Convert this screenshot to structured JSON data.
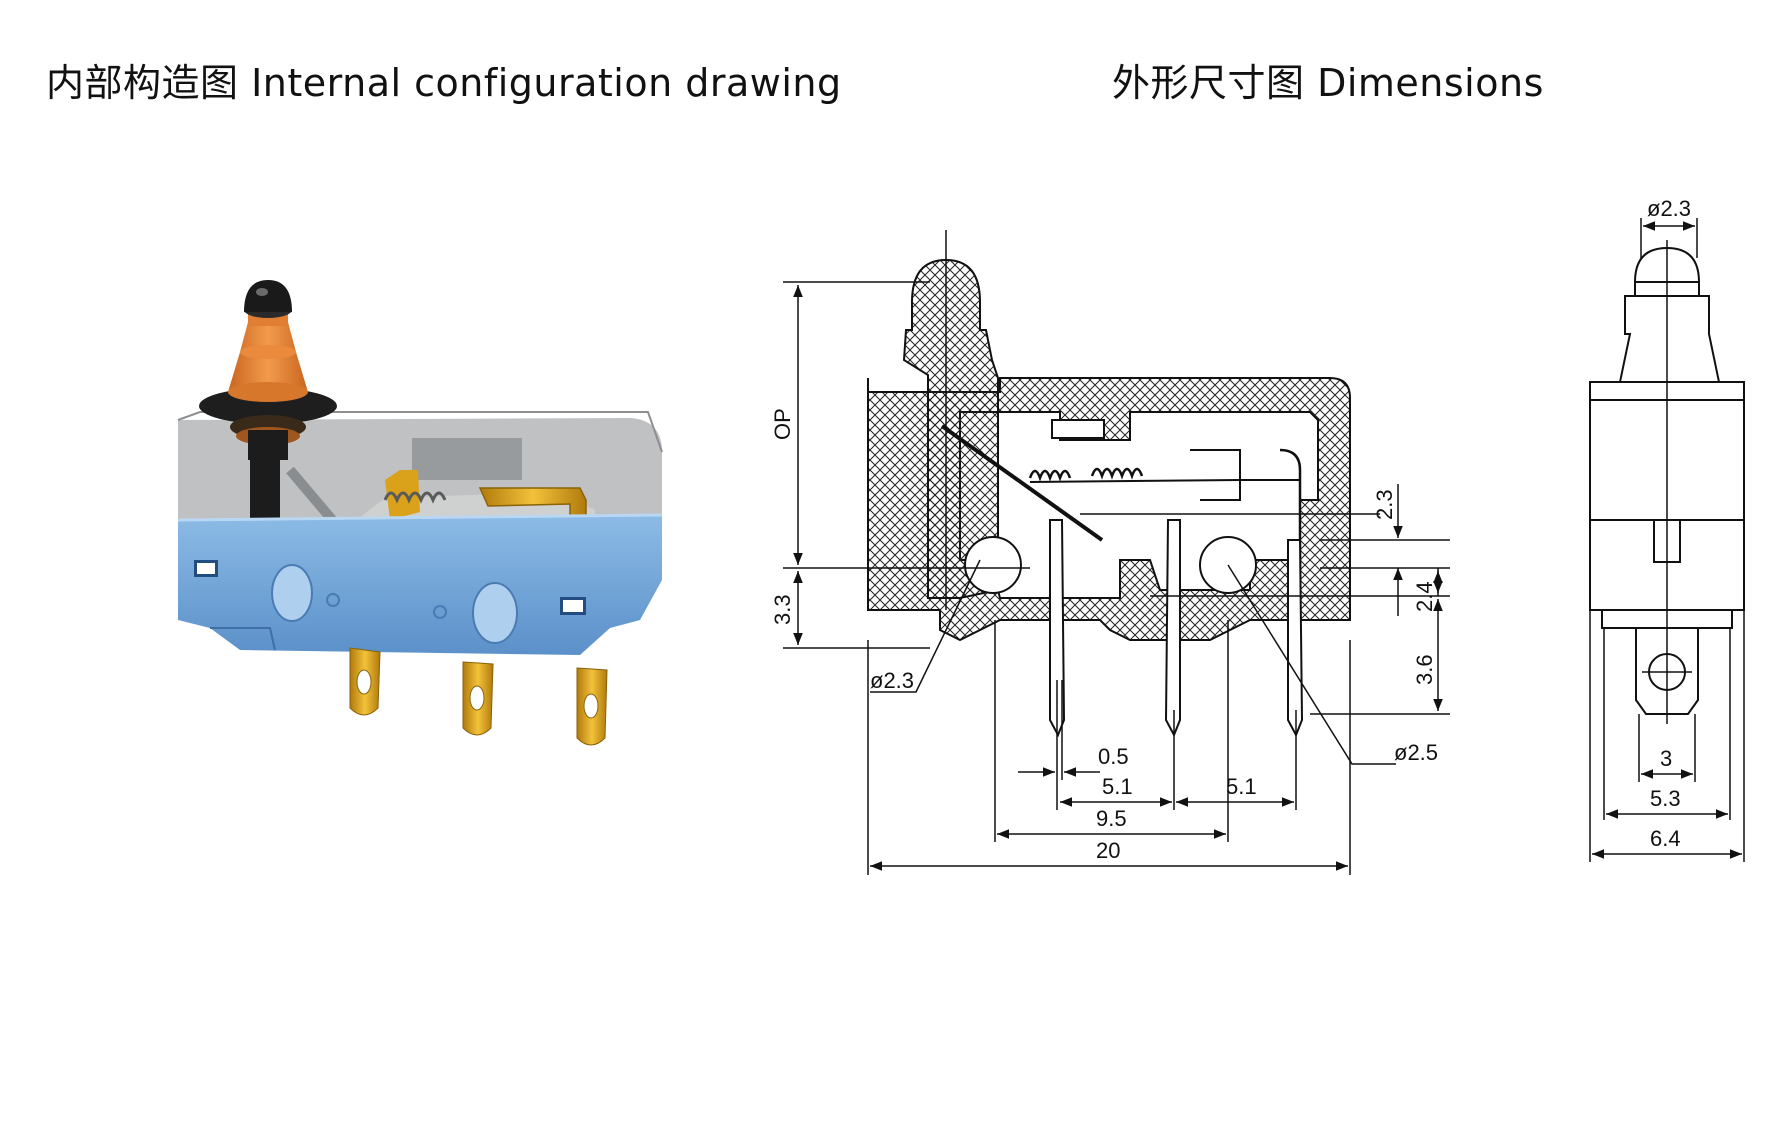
{
  "titles": {
    "internal": "内部构造图 Internal configuration drawing",
    "dimensions": "外形尺寸图 Dimensions"
  },
  "dims": {
    "op": "OP",
    "d33": "3.3",
    "phi23_front": "ø2.3",
    "d23": "2.3",
    "d24": "2.4",
    "d36": "3.6",
    "phi25": "ø2.5",
    "d05": "0.5",
    "d51a": "5.1",
    "d51b": "5.1",
    "d95": "9.5",
    "d20": "20",
    "phi23_side": "ø2.3",
    "d3": "3",
    "d53": "5.3",
    "d64": "6.4"
  },
  "colors": {
    "housing_blue": "#6fa3d8",
    "cover_grey": "#a6a8ab",
    "plunger_orange": "#e7873a",
    "terminal_gold": "#d9a21a",
    "spring_copper": "#c46a2c"
  }
}
